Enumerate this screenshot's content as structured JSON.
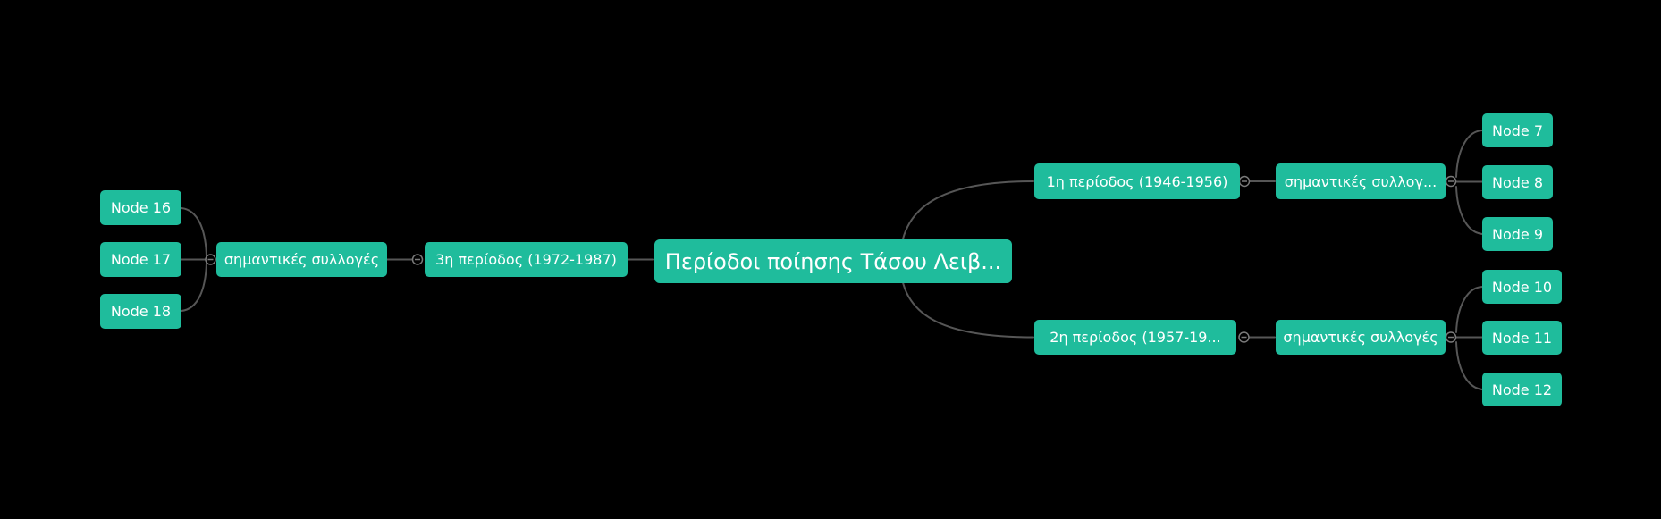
{
  "app": {
    "background_color": "#000000"
  },
  "colors": {
    "node_fill": "#1fbc9c",
    "node_text": "#ffffff",
    "link_line": "#565656",
    "expander_stroke": "#7a7a7a"
  },
  "mindmap": {
    "root": {
      "label": "Περίοδοι ποίησης Τάσου Λειβ..."
    },
    "branches": {
      "left": {
        "period": {
          "label": "3η περίοδος (1972-1987)"
        },
        "collections": {
          "label": "σημαντικές συλλογές"
        },
        "nodes": [
          {
            "label": "Node 16"
          },
          {
            "label": "Node 17"
          },
          {
            "label": "Node 18"
          }
        ]
      },
      "top_right": {
        "period": {
          "label": "1η περίοδος (1946-1956)"
        },
        "collections": {
          "label": "σημαντικές συλλογ..."
        },
        "nodes": [
          {
            "label": "Node 7"
          },
          {
            "label": "Node 8"
          },
          {
            "label": "Node 9"
          }
        ]
      },
      "bottom_right": {
        "period": {
          "label": "2η περίοδος (1957-19..."
        },
        "collections": {
          "label": "σημαντικές συλλογές"
        },
        "nodes": [
          {
            "label": "Node 10"
          },
          {
            "label": "Node 11"
          },
          {
            "label": "Node 12"
          }
        ]
      }
    },
    "expander_icon": "minus"
  }
}
